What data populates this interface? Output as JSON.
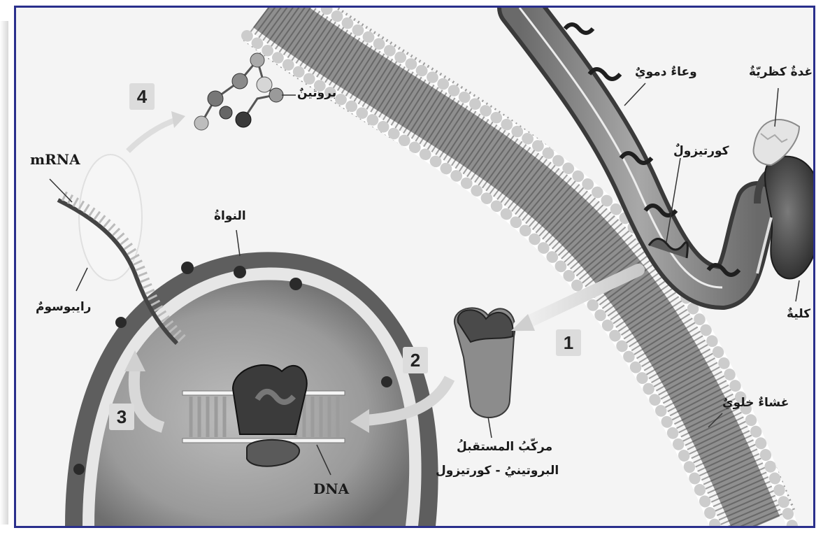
{
  "labels": {
    "adrenal_gland": "غدةٌ كظريّةٌ",
    "blood_vessel": "وعاءٌ دمويٌ",
    "cortisol": "كورتيزولٌ",
    "kidney": "كليةٌ",
    "cell_membrane": "غشاءٌ خلويٌ",
    "protein": "بروتينٌ",
    "mrna": "mRNA",
    "nucleus": "النواةُ",
    "ribosome": "رايبوسومٌ",
    "dna": "DNA",
    "receptor_complex_line1": "مركّبُ المستقبلُ",
    "receptor_complex_line2": "البروتينيُ - كورتيزول"
  },
  "steps": [
    "1",
    "2",
    "3",
    "4"
  ],
  "colors": {
    "frame": "#2a2f8c",
    "background": "#f4f4f4"
  }
}
